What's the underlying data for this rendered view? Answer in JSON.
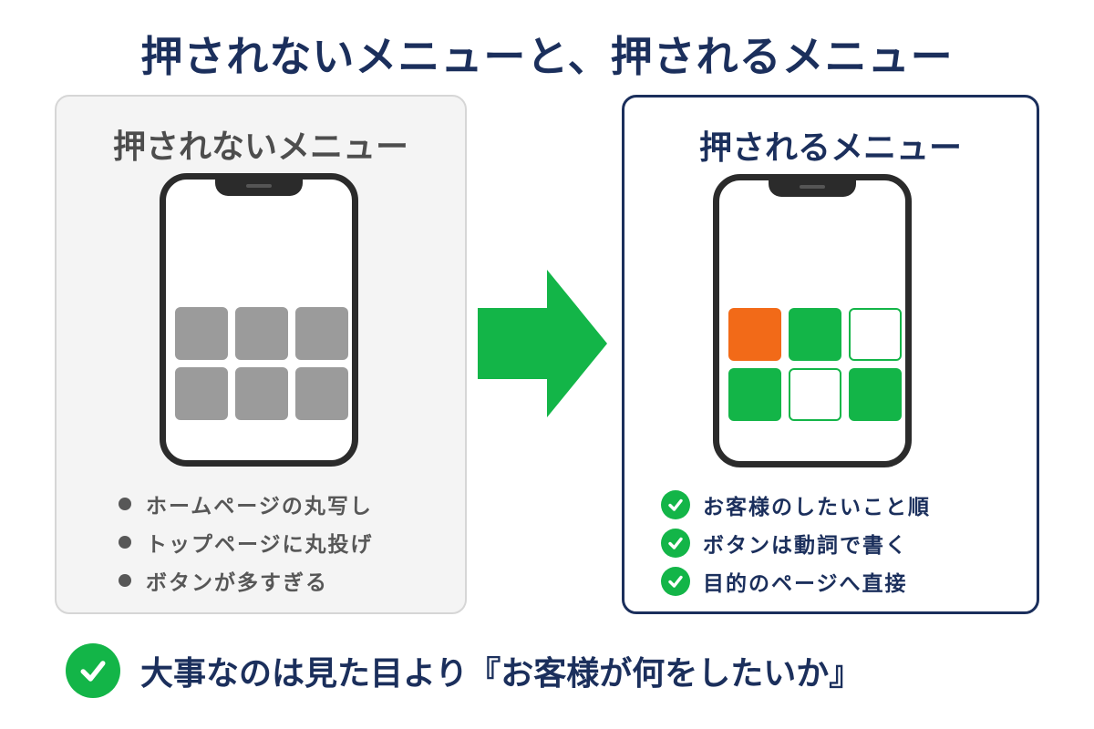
{
  "title": "押されないメニューと、押されるメニュー",
  "left_panel": {
    "title": "押されないメニュー",
    "tiles": [
      "gray",
      "gray",
      "gray",
      "gray",
      "gray",
      "gray"
    ],
    "bullets": [
      "ホームページの丸写し",
      "トップページに丸投げ",
      "ボタンが多すぎる"
    ]
  },
  "right_panel": {
    "title": "押されるメニュー",
    "tiles": [
      "orange",
      "green",
      "outline",
      "green",
      "outline",
      "green"
    ],
    "bullets": [
      "お客様のしたいこと順",
      "ボタンは動詞で書く",
      "目的のページへ直接"
    ]
  },
  "conclusion": "大事なのは見た目より『お客様が何をしたいか』",
  "colors": {
    "navy": "#1b2f5c",
    "green": "#13b548",
    "orange": "#f26a18",
    "gray_tile": "#9b9b9b"
  },
  "icons": {
    "arrow": "right-arrow-icon",
    "check": "check-circle-icon",
    "bullet": "bullet-dot-icon"
  }
}
